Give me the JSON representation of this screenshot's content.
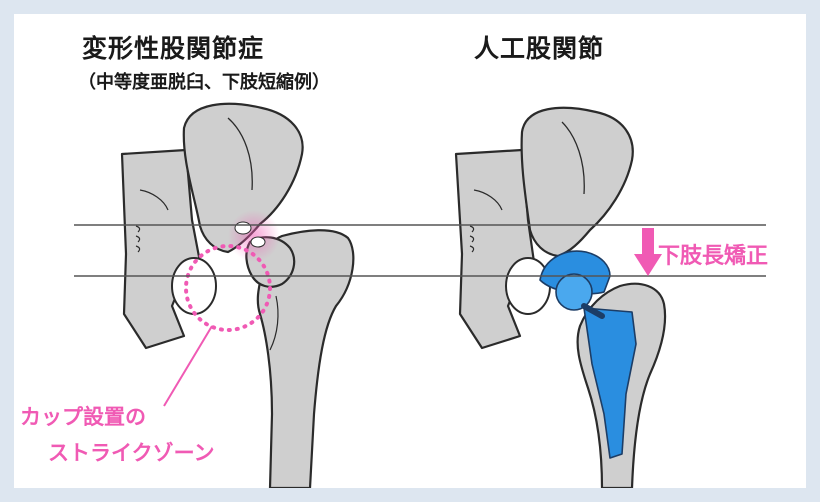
{
  "left_panel": {
    "title": "変形性股関節症",
    "subtitle": "（中等度亜脱臼、下肢短縮例）",
    "annotation_line1": "カップ設置の",
    "annotation_line2": "ストライクゾーン"
  },
  "right_panel": {
    "title": "人工股関節",
    "correction_label": "下肢長矯正"
  },
  "colors": {
    "background_frame": "#dde6f0",
    "bone_fill": "#cfcfcf",
    "bone_outline": "#2b2b2b",
    "implant_blue": "#2a8ee0",
    "pink_accent": "#f05ab4",
    "reference_line": "#555555"
  }
}
